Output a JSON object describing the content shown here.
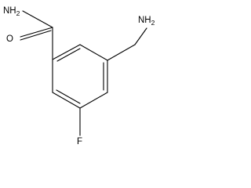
{
  "structure": {
    "atoms": {
      "amide_nitrogen": "NH",
      "amide_nitrogen_subscript": "2",
      "carbonyl_oxygen": "O",
      "amine_nitrogen": "NH",
      "amine_nitrogen_subscript": "2",
      "fluorine": "F"
    }
  },
  "colors": {
    "bond": "#000000",
    "label": "#000000",
    "background": "#ffffff"
  }
}
